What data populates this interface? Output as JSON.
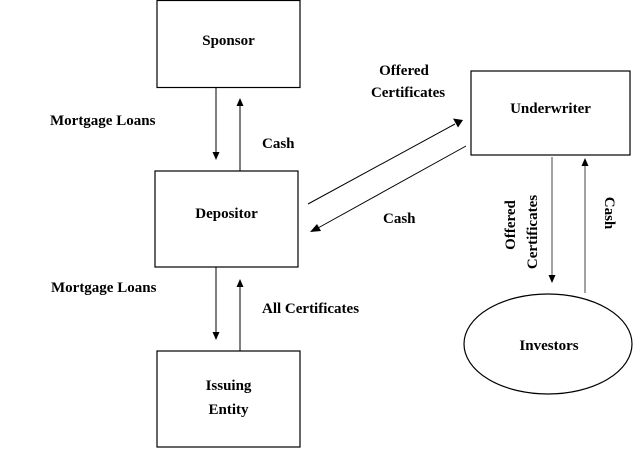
{
  "nodes": {
    "sponsor": {
      "label": "Sponsor"
    },
    "depositor": {
      "label": "Depositor"
    },
    "underwriter": {
      "label": "Underwriter"
    },
    "issuing_entity": {
      "lines": [
        "Issuing",
        "Entity"
      ]
    },
    "investors": {
      "label": "Investors"
    }
  },
  "flows": {
    "sponsor_to_depositor": {
      "label": "Mortgage Loans"
    },
    "depositor_to_sponsor": {
      "label": "Cash"
    },
    "depositor_to_underwriter": {
      "lines": [
        "Offered",
        "Certificates"
      ]
    },
    "underwriter_to_depositor": {
      "label": "Cash"
    },
    "depositor_to_issuing": {
      "label": "Mortgage Loans"
    },
    "issuing_to_depositor": {
      "label": "All Certificates"
    },
    "underwriter_to_investors": {
      "lines": [
        "Offered",
        "Certificates"
      ]
    },
    "investors_to_underwriter": {
      "label": "Cash"
    }
  }
}
